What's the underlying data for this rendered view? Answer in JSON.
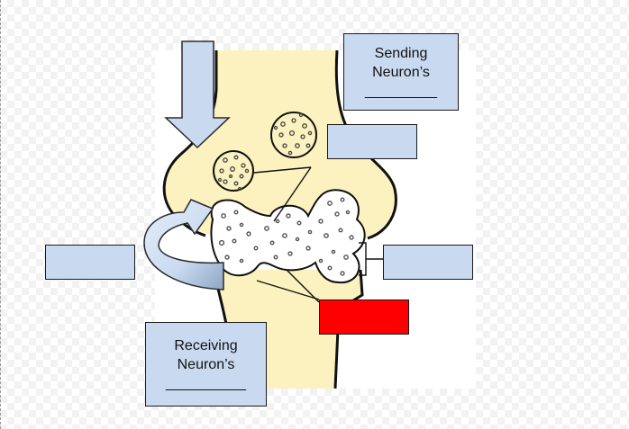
{
  "labels": {
    "sending": {
      "line1": "Sending",
      "line2": "Neuron’s",
      "blank": "_________"
    },
    "receiving": {
      "line1": "Receiving",
      "line2": "Neuron’s",
      "blank": "__________"
    }
  },
  "colors": {
    "neuron_fill": "#fbf2bf",
    "label_box_fill": "#c9daf0",
    "highlight_box_fill": "#ff0000",
    "arrow_fill": "#c9daf0",
    "outline": "#111111"
  },
  "icons": {
    "down_arrow": "arrow-down-icon",
    "curved_arrow": "curved-arrow-icon"
  }
}
